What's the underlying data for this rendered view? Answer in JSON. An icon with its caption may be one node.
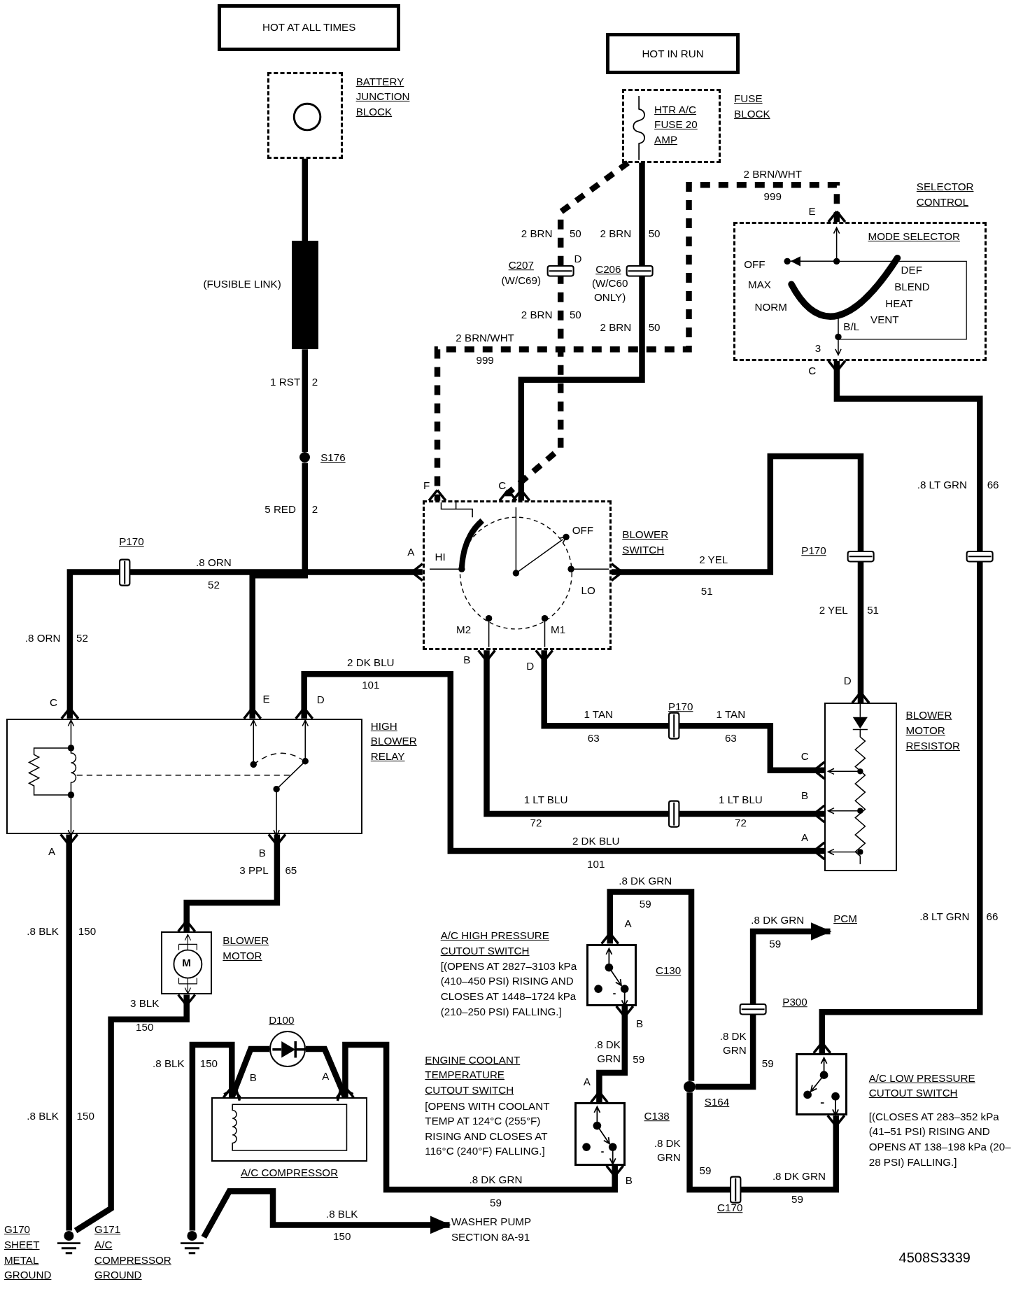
{
  "diagram": {
    "nodes": [
      {
        "text": [
          "HOT AT ALL TIMES"
        ]
      },
      {
        "text": [
          "BATTERY JUNCTION BLOCK"
        ]
      },
      {
        "text": [
          "HOT IN RUN"
        ]
      },
      {
        "text": [
          "FUSE BLOCK",
          "HTR A/C FUSE 20 AMP"
        ]
      },
      {
        "text": [
          "(FUSIBLE LINK)"
        ]
      },
      {
        "text": [
          "S176"
        ]
      },
      {
        "text": [
          "BLOWER SWITCH",
          "HI",
          "OFF",
          "LO",
          "M2",
          "M1"
        ]
      },
      {
        "text": [
          "SELECTOR CONTROL"
        ]
      },
      {
        "text": [
          "MODE SELECTOR",
          "OFF",
          "MAX",
          "NORM",
          "DEF",
          "BLEND",
          "HEAT",
          "VENT",
          "B/L"
        ],
        "in": 7
      },
      {
        "text": [
          "HIGH BLOWER RELAY"
        ]
      },
      {
        "text": [
          "BLOWER MOTOR RESISTOR"
        ]
      },
      {
        "text": [
          "BLOWER MOTOR",
          "M"
        ]
      },
      {
        "text": [
          "A/C COMPRESSOR"
        ]
      },
      {
        "text": [
          "D100"
        ]
      },
      {
        "text": [
          "A/C HIGH PRESSURE CUTOUT SWITCH",
          "[(OPENS AT 2827–3103 kPa (410–450 PSI) RISING AND CLOSES AT 1448–1724 kPa (210–250 PSI) FALLING.]"
        ]
      },
      {
        "text": [
          "ENGINE COOLANT TEMPERATURE CUTOUT SWITCH",
          "[OPENS WITH COOLANT TEMP AT 124°C (255°F) RISING AND CLOSES AT 116°C (240°F) FALLING.]"
        ]
      },
      {
        "text": [
          "A/C LOW PRESSURE CUTOUT SWITCH",
          "[(CLOSES AT 283–352 kPa (41–51 PSI) RISING AND OPENS AT 138–198 kPa (20–28 PSI) FALLING.]"
        ]
      },
      {
        "text": [
          "PCM"
        ]
      },
      {
        "text": [
          "WASHER PUMP SECTION 8A-91"
        ]
      },
      {
        "text": [
          "G170",
          "SHEET METAL GROUND"
        ]
      },
      {
        "text": [
          "G171",
          "A/C COMPRESSOR GROUND"
        ]
      },
      {
        "text": [
          "S164"
        ]
      }
    ],
    "edges": [
      {
        "from": 1,
        "to": 4,
        "arrow": "none"
      },
      {
        "from": 4,
        "to": 5,
        "arrow": "none"
      },
      {
        "from": 5,
        "to": 9,
        "arrow": "other"
      },
      {
        "from": 3,
        "to": 6,
        "arrow": "other",
        "style": "dashed"
      },
      {
        "from": 3,
        "to": 6,
        "arrow": "other"
      },
      {
        "from": 7,
        "to": 6,
        "arrow": "other",
        "style": "dashed"
      },
      {
        "from": 6,
        "to": 9,
        "arrow": "other"
      },
      {
        "from": 6,
        "to": 10,
        "arrow": "other"
      },
      {
        "from": 7,
        "to": 16,
        "arrow": "other"
      },
      {
        "from": 9,
        "to": 10,
        "arrow": "other"
      },
      {
        "from": 6,
        "to": 10,
        "arrow": "other"
      },
      {
        "from": 6,
        "to": 10,
        "arrow": "other"
      },
      {
        "from": 9,
        "to": 19,
        "arrow": "other"
      },
      {
        "from": 9,
        "to": 11,
        "arrow": "other"
      },
      {
        "from": 11,
        "to": 19,
        "arrow": "other"
      },
      {
        "from": 12,
        "to": 20,
        "arrow": "other"
      },
      {
        "from": 13,
        "to": 12,
        "arrow": "other"
      },
      {
        "from": 13,
        "to": 12,
        "arrow": "other"
      },
      {
        "from": 12,
        "to": 15,
        "arrow": "other"
      },
      {
        "from": 15,
        "to": 14,
        "arrow": "other"
      },
      {
        "from": 14,
        "to": 21,
        "arrow": "other"
      },
      {
        "from": 21,
        "to": 17,
        "arrow": "to"
      },
      {
        "from": 21,
        "to": 16,
        "arrow": "other"
      },
      {
        "from": 20,
        "to": 18,
        "arrow": "to"
      }
    ],
    "labels": [
      "1 RST",
      "2",
      "5 RED",
      "2",
      "P170",
      ".8 ORN",
      "52",
      "A",
      ".8 ORN",
      "52",
      "C",
      "E",
      "D",
      "2 DK BLU",
      "101",
      "A",
      "B",
      "3 PPL",
      "65",
      ".8 BLK",
      "150",
      "3 BLK",
      "150",
      ".8 BLK",
      "150",
      ".8 BLK",
      "150",
      "B",
      "A",
      ".8 BLK",
      "150",
      ".8 DK GRN",
      "59",
      "2 BRN",
      "50",
      "D",
      "C207",
      "(W/C69)",
      "2 BRN",
      "50",
      "2 BRN",
      "50",
      "C206",
      "(W/C60 ONLY)",
      "2 BRN",
      "50",
      "2 BRN/WHT",
      "999",
      "2 BRN/WHT",
      "999",
      "E",
      "3",
      "C",
      "F",
      "C",
      "B",
      "D",
      "2 YEL",
      "51",
      "P170",
      "2 YEL",
      "51",
      ".8 LT GRN",
      "66",
      "1 TAN",
      "63",
      "P170",
      "1 TAN",
      "63",
      "1 LT BLU",
      "72",
      "1 LT BLU",
      "72",
      "2 DK BLU",
      "101",
      "D",
      "C",
      "B",
      "A",
      ".8 DK GRN",
      "59",
      "A",
      "C130",
      "B",
      ".8 DK GRN",
      "59",
      "A",
      "C138",
      "B",
      ".8 DK GRN",
      "59",
      "P300",
      ".8 DK GRN",
      "59",
      ".8 DK GRN",
      "59",
      "C170",
      ".8 DK GRN",
      "59",
      ".8 LT GRN",
      "66",
      "4508S3339"
    ]
  }
}
